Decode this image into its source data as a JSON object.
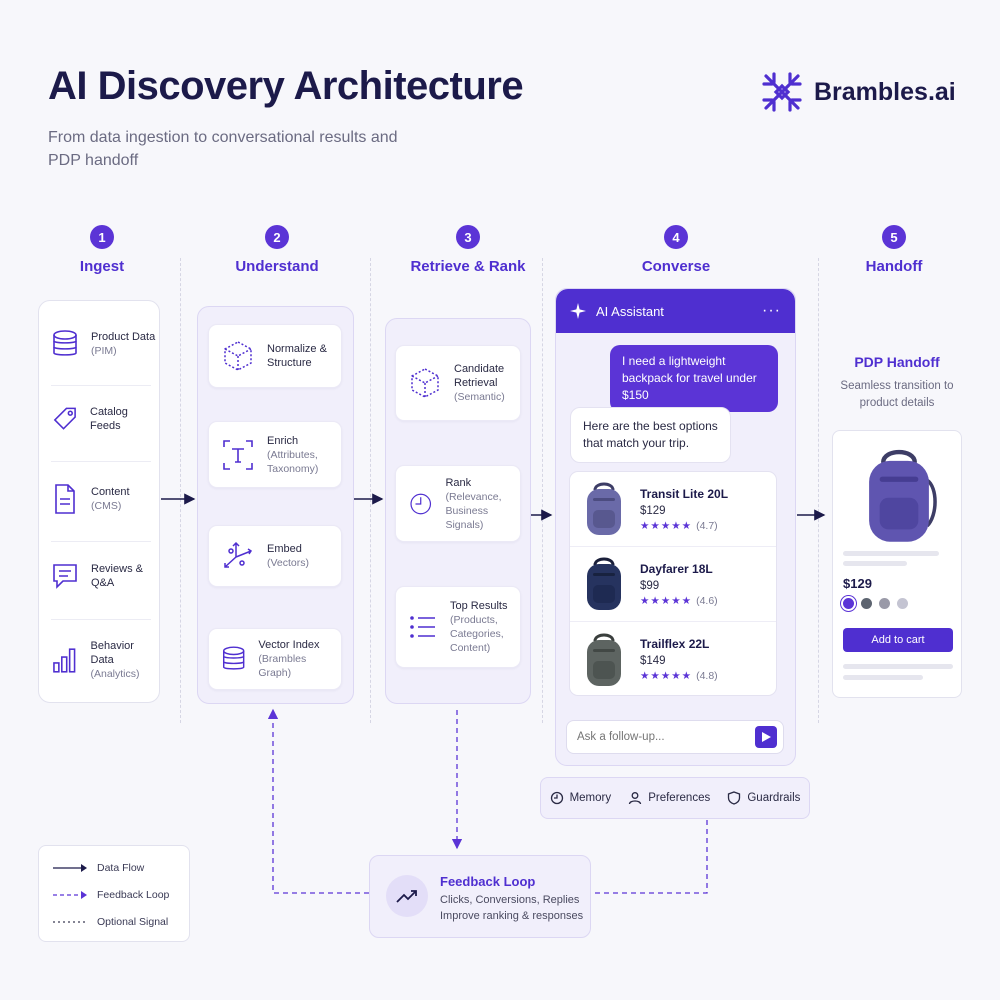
{
  "header": {
    "title": "AI Discovery Architecture",
    "subtitle": "From data ingestion to conversational results and PDP handoff",
    "brand": "Brambles.ai"
  },
  "steps": [
    {
      "num": "1",
      "label": "Ingest"
    },
    {
      "num": "2",
      "label": "Understand"
    },
    {
      "num": "3",
      "label": "Retrieve & Rank"
    },
    {
      "num": "4",
      "label": "Converse"
    },
    {
      "num": "5",
      "label": "Handoff"
    }
  ],
  "ingest": [
    {
      "title": "Product Data",
      "sub": "(PIM)",
      "icon": "database-icon"
    },
    {
      "title": "Catalog Feeds",
      "sub": "",
      "icon": "tag-icon"
    },
    {
      "title": "Content",
      "sub": "(CMS)",
      "icon": "document-icon"
    },
    {
      "title": "Reviews &",
      "sub": "Q&A",
      "icon": "chat-icon"
    },
    {
      "title": "Behavior Data",
      "sub": "(Analytics)",
      "icon": "bar-chart-icon"
    }
  ],
  "understand": [
    {
      "title": "Normalize &",
      "sub": "Structure",
      "icon": "cube-icon"
    },
    {
      "title": "Enrich",
      "sub": "(Attributes,",
      "sub2": "Taxonomy)",
      "icon": "text-frame-icon"
    },
    {
      "title": "Embed",
      "sub": "(Vectors)",
      "icon": "vector-axes-icon"
    },
    {
      "title": "Vector Index",
      "sub": "(Brambles Graph)",
      "icon": "database-icon"
    }
  ],
  "retrieve": [
    {
      "title": "Candidate",
      "sub": "Retrieval",
      "sub2": "(Semantic)",
      "icon": "cube-icon"
    },
    {
      "title": "Rank",
      "sub": "(Relevance,",
      "sub2": "Business Signals)",
      "icon": "clock-icon"
    },
    {
      "title": "Top Results",
      "sub": "(Products,",
      "sub2": "Categories,",
      "sub3": "Content)",
      "icon": "list-icon"
    }
  ],
  "assistant": {
    "title": "AI Assistant",
    "menu": "···",
    "user_message": "I need a lightweight backpack for travel under $150",
    "ai_message": "Here are the best options that match your trip.",
    "products": [
      {
        "name": "Transit Lite 20L",
        "price": "$129",
        "stars": "★★★★★",
        "rating": "(4.7)",
        "color": "#6a6aa8"
      },
      {
        "name": "Dayfarer 18L",
        "price": "$99",
        "stars": "★★★★★",
        "rating": "(4.6)",
        "color": "#26335f"
      },
      {
        "name": "Trailflex 22L",
        "price": "$149",
        "stars": "★★★★★",
        "rating": "(4.8)",
        "color": "#5d6461"
      }
    ],
    "input_placeholder": "Ask a follow-up...",
    "features": [
      "Memory",
      "Preferences",
      "Guardrails"
    ]
  },
  "handoff": {
    "title": "PDP Handoff",
    "subtitle": "Seamless transition to product details",
    "price": "$129",
    "swatches": [
      "#5b34d6",
      "#5d6470",
      "#9a9aa8",
      "#c4c4d2"
    ],
    "cta": "Add to cart"
  },
  "feedback": {
    "title": "Feedback Loop",
    "line1": "Clicks, Conversions, Replies",
    "line2": "Improve ranking & responses"
  },
  "legend": [
    "Data Flow",
    "Feedback Loop",
    "Optional Signal"
  ],
  "colors": {
    "accent": "#4f2fd0",
    "accent_light": "#f1effb",
    "text": "#1c1a4a"
  }
}
